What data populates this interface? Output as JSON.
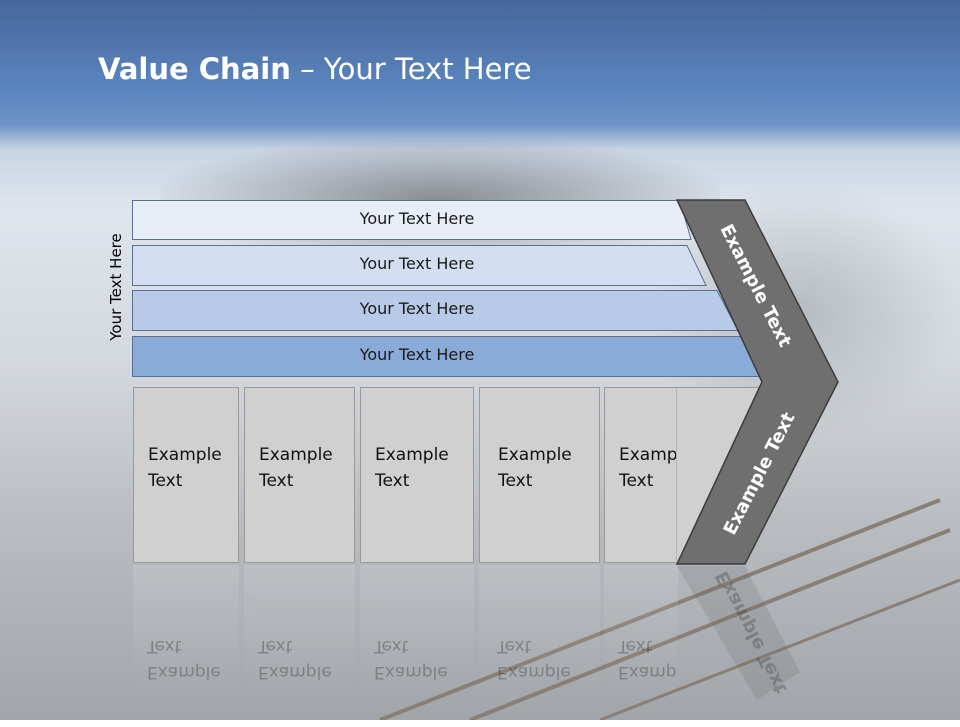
{
  "title": {
    "bold": "Value Chain",
    "rest": " – Your Text Here"
  },
  "side_label": "Your Text Here",
  "bars": [
    {
      "label": "Your Text Here",
      "color": "#e8eef8"
    },
    {
      "label": "Your Text Here",
      "color": "#d3dff1"
    },
    {
      "label": "Your Text Here",
      "color": "#b7cae7"
    },
    {
      "label": "Your Text Here",
      "color": "#8aaad8"
    }
  ],
  "columns": [
    {
      "label": "Example\nText"
    },
    {
      "label": "Example\nText"
    },
    {
      "label": "Example\nText"
    },
    {
      "label": "Example\nText"
    },
    {
      "label": "Example\nText"
    }
  ],
  "chevron": {
    "top_label": "Example Text",
    "bottom_label": "Example Text",
    "color": "#6f6f6f"
  }
}
